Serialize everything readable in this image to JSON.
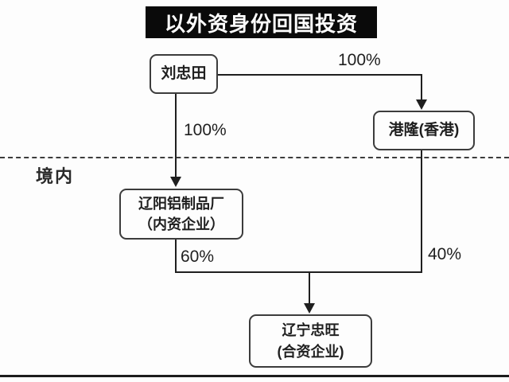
{
  "title": "以外资身份回国投资",
  "region_label": "境内",
  "nodes": {
    "liu": {
      "label": "刘忠田"
    },
    "ganglong": {
      "label": "港隆(香港)"
    },
    "liaoyang": {
      "line1": "辽阳铝制品厂",
      "line2": "（内资企业）"
    },
    "zhongwang": {
      "line1": "辽宁忠旺",
      "line2": "(合资企业)"
    }
  },
  "edges": {
    "liu_to_ganglong_pct": "100%",
    "liu_to_liaoyang_pct": "100%",
    "liaoyang_to_zhongwang_pct": "60%",
    "ganglong_to_zhongwang_pct": "40%"
  },
  "colors": {
    "background": "#fdfdfd",
    "line": "#1f1f1f",
    "box_border": "#3c3c3c",
    "title_bg": "#0a0a0a",
    "title_text": "#ffffff"
  }
}
